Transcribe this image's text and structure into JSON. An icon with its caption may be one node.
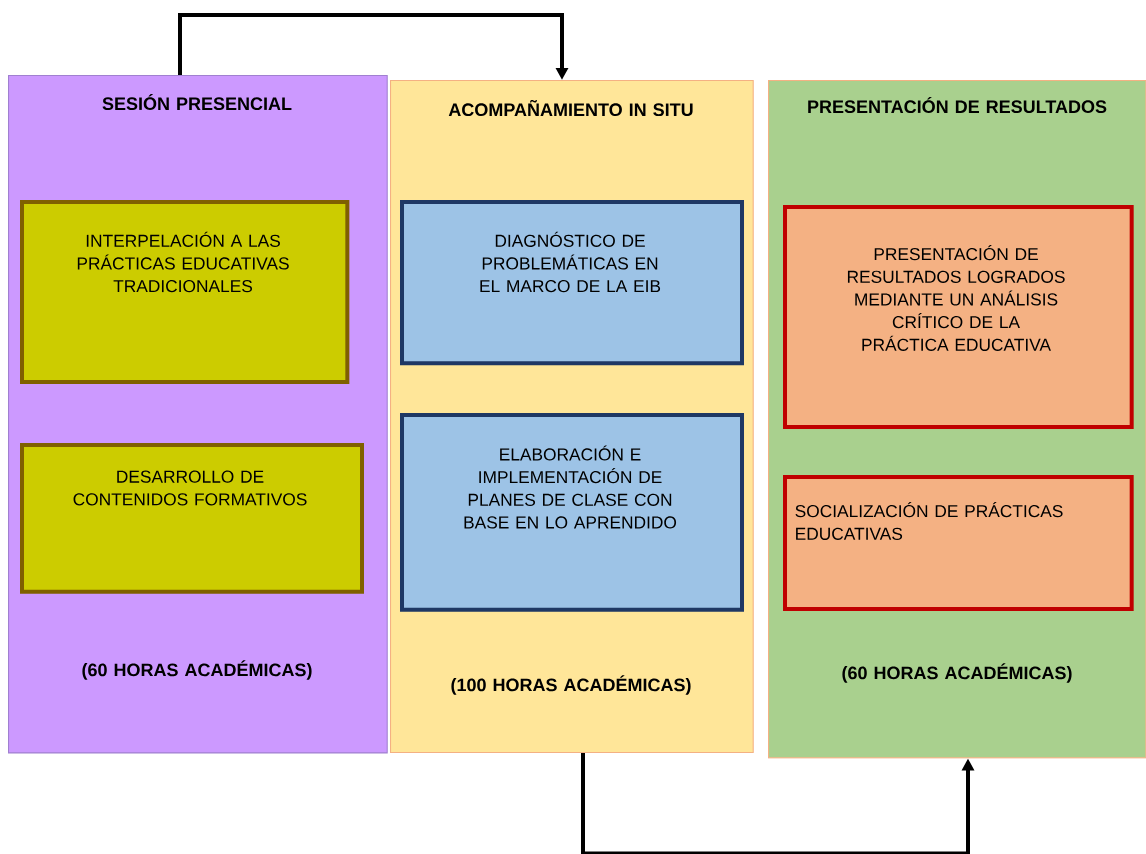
{
  "diagram": {
    "nodes": [
      {
        "text": [
          "SESIÓN PRESENCIAL",
          "(60 HORAS ACADÉMICAS)"
        ]
      },
      {
        "text": [
          "INTERPELACIÓN A LAS PRÁCTICAS EDUCATIVAS TRADICIONALES"
        ],
        "in": 0
      },
      {
        "text": [
          "DESARROLLO DE CONTENIDOS FORMATIVOS"
        ],
        "in": 0
      },
      {
        "text": [
          "ACOMPAÑAMIENTO IN SITU",
          "(100 HORAS ACADÉMICAS)"
        ]
      },
      {
        "text": [
          "DIAGNÓSTICO DE PROBLEMÁTICAS EN EL MARCO DE LA EIB"
        ],
        "in": 3
      },
      {
        "text": [
          "ELABORACIÓN E IMPLEMENTACIÓN DE PLANES DE CLASE CON BASE EN LO APRENDIDO"
        ],
        "in": 3
      },
      {
        "text": [
          "PRESENTACIÓN DE RESULTADOS",
          "(60 HORAS ACADÉMICAS)"
        ]
      },
      {
        "text": [
          "PRESENTACIÓN DE RESULTADOS LOGRADOS MEDIANTE UN ANÁLISIS CRÍTICO DE LA PRÁCTICA EDUCATIVA"
        ],
        "in": 6
      },
      {
        "text": [
          "SOCIALIZACIÓN DE PRÁCTICAS EDUCATIVAS"
        ],
        "in": 6
      }
    ],
    "edges": [
      {
        "from": 0,
        "to": 3,
        "arrow": "to"
      },
      {
        "from": 3,
        "to": 6,
        "arrow": "to"
      }
    ]
  }
}
